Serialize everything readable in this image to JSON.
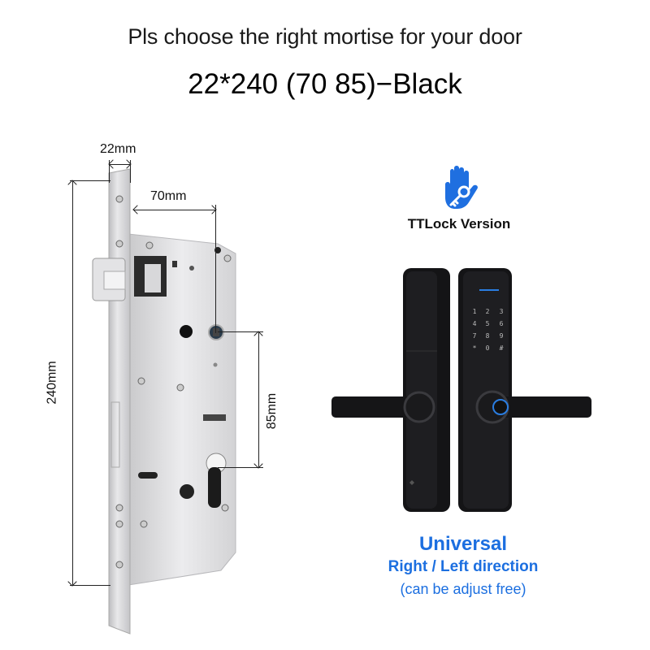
{
  "header": {
    "subtitle": "Pls choose the right mortise for your door",
    "title": "22*240 (70 85)−Black"
  },
  "mortise": {
    "dimensions": {
      "faceplate_width": "22mm",
      "backset": "70mm",
      "height": "240mm",
      "center_distance": "85mm"
    },
    "finish_color": "#d8d8da"
  },
  "product": {
    "version_icon": "hand-key-icon",
    "version_label": "TTLock Version",
    "keypad_keys": [
      "1",
      "2",
      "3",
      "4",
      "5",
      "6",
      "7",
      "8",
      "9",
      "*",
      "0",
      "#"
    ],
    "body_color": "#141416",
    "accent_color": "#2a7de1"
  },
  "notes": {
    "universal": "Universal",
    "direction": "Right / Left direction",
    "adjust": "(can be adjust free)",
    "text_color": "#1c6fe0"
  }
}
